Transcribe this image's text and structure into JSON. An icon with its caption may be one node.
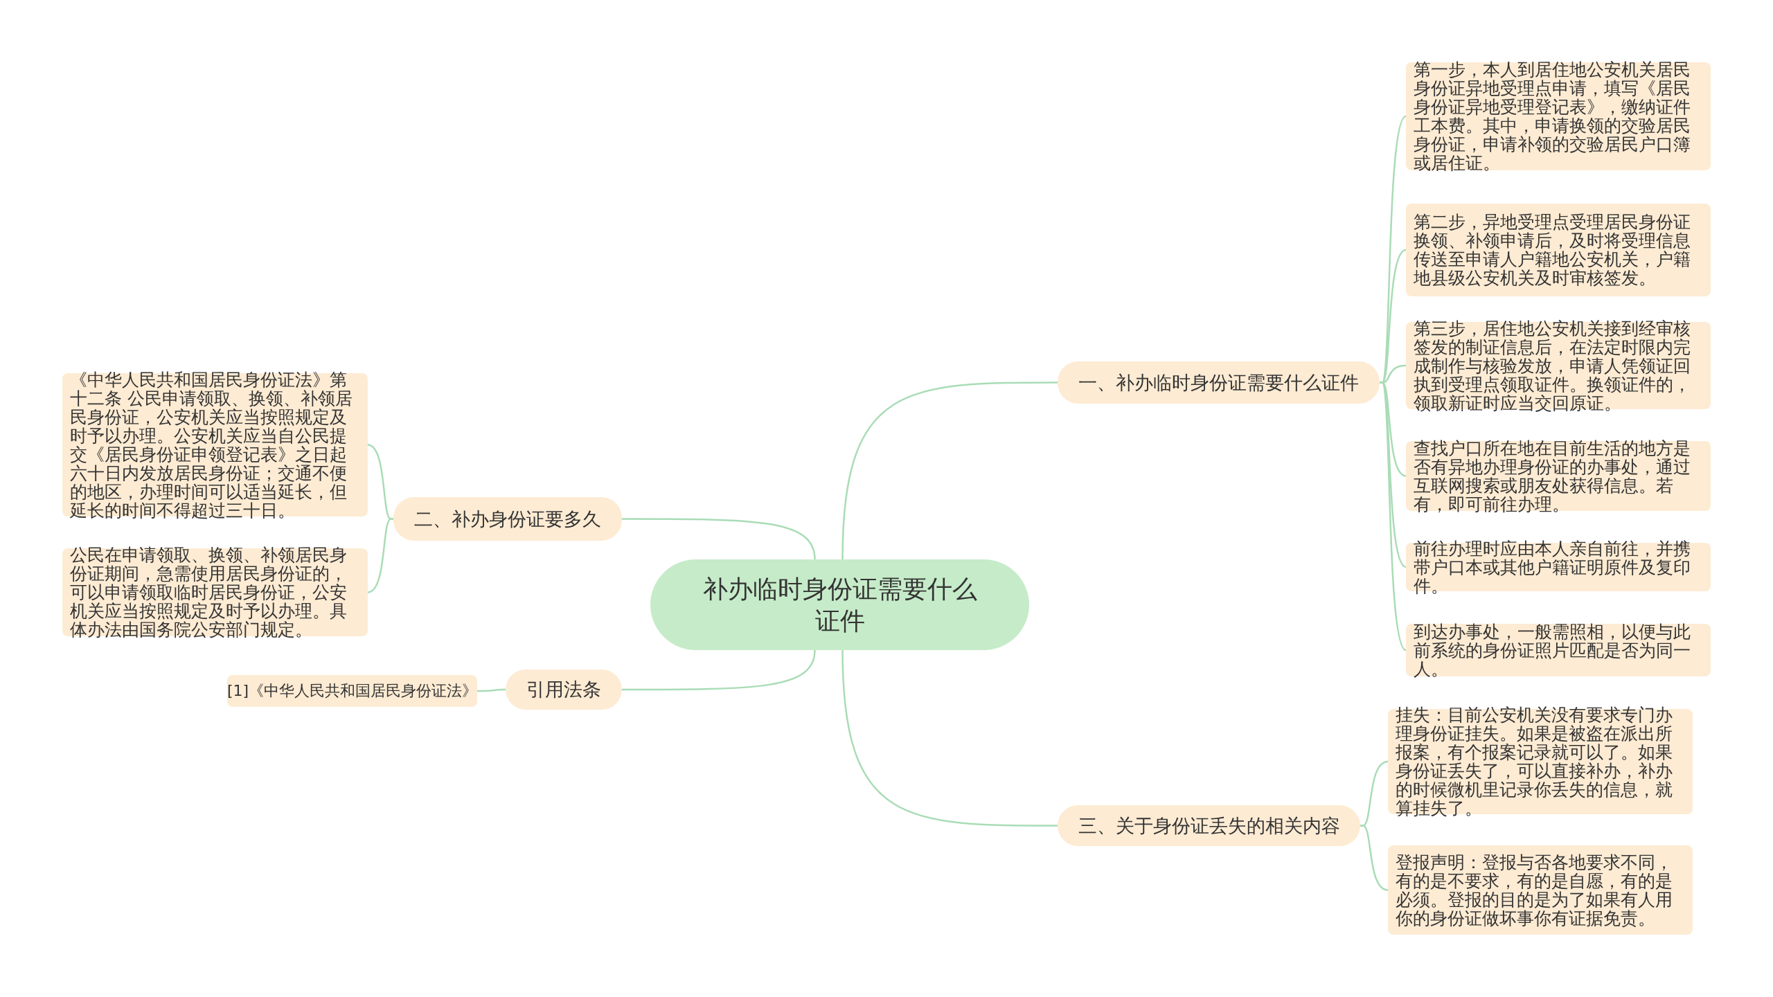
{
  "diagram": {
    "nodes": [
      {
        "text": [
          "补办临时身份证需要什么证件"
        ]
      },
      {
        "text": [
          "一、补办临时身份证需要什么证件"
        ]
      },
      {
        "text": [
          "第一步，本人到居住地公安机关居民身份证异地受理点申请，填写《居民身份证异地受理登记表》，缴纳证件工本费。其中，申请换领的交验居民身份证，申请补领的交验居民户口簿或居住证。"
        ]
      },
      {
        "text": [
          "第二步，异地受理点受理居民身份证换领、补领申请后，及时将受理信息传送至申请人户籍地公安机关，户籍地县级公安机关及时审核签发。"
        ]
      },
      {
        "text": [
          "第三步，居住地公安机关接到经审核签发的制证信息后，在法定时限内完成制作与核验发放，申请人凭领证回执到受理点领取证件。换领证件的，领取新证时应当交回原证。"
        ]
      },
      {
        "text": [
          "查找户口所在地在目前生活的地方是否有异地办理身份证的办事处，通过互联网搜索或朋友处获得信息。若有，即可前往办理。"
        ]
      },
      {
        "text": [
          "前往办理时应由本人亲自前往，并携带户口本或其他户籍证明原件及复印件。"
        ]
      },
      {
        "text": [
          "到达办事处，一般需照相，以便与此前系统的身份证照片匹配是否为同一人。"
        ]
      },
      {
        "text": [
          "二、补办身份证要多久"
        ]
      },
      {
        "text": [
          "《中华人民共和国居民身份证法》第十二条 公民申请领取、换领、补领居民身份证，公安机关应当按照规定及时予以办理。公安机关应当自公民提交《居民身份证申领登记表》之日起六十日内发放居民身份证；交通不便的地区，办理时间可以适当延长，但延长的时间不得超过三十日。"
        ]
      },
      {
        "text": [
          "公民在申请领取、换领、补领居民身份证期间，急需使用居民身份证的，可以申请领取临时居民身份证，公安机关应当按照规定及时予以办理。具体办法由国务院公安部门规定。"
        ]
      },
      {
        "text": [
          "引用法条"
        ]
      },
      {
        "text": [
          "[1]《中华人民共和国居民身份证法》"
        ]
      },
      {
        "text": [
          "三、关于身份证丢失的相关内容"
        ]
      },
      {
        "text": [
          "挂失：目前公安机关没有要求专门办理身份证挂失。如果是被盗在派出所报案，有个报案记录就可以了。如果身份证丢失了，可以直接补办，补办的时候微机里记录你丢失的信息，就算挂失了。"
        ]
      },
      {
        "text": [
          "登报声明：登报与否各地要求不同，有的是不要求，有的是自愿，有的是必须。登报的目的是为了如果有人用你的身份证做坏事你有证据免责。"
        ]
      }
    ],
    "edges": [
      {
        "from": 0,
        "to": 1,
        "arrow": "none"
      },
      {
        "from": 1,
        "to": 2,
        "arrow": "none"
      },
      {
        "from": 1,
        "to": 3,
        "arrow": "none"
      },
      {
        "from": 1,
        "to": 4,
        "arrow": "none"
      },
      {
        "from": 1,
        "to": 5,
        "arrow": "none"
      },
      {
        "from": 1,
        "to": 6,
        "arrow": "none"
      },
      {
        "from": 1,
        "to": 7,
        "arrow": "none"
      },
      {
        "from": 0,
        "to": 8,
        "arrow": "none"
      },
      {
        "from": 8,
        "to": 9,
        "arrow": "none"
      },
      {
        "from": 8,
        "to": 10,
        "arrow": "none"
      },
      {
        "from": 0,
        "to": 11,
        "arrow": "none"
      },
      {
        "from": 11,
        "to": 12,
        "arrow": "none"
      },
      {
        "from": 0,
        "to": 13,
        "arrow": "none"
      },
      {
        "from": 13,
        "to": 14,
        "arrow": "none"
      },
      {
        "from": 13,
        "to": 15,
        "arrow": "none"
      }
    ]
  }
}
